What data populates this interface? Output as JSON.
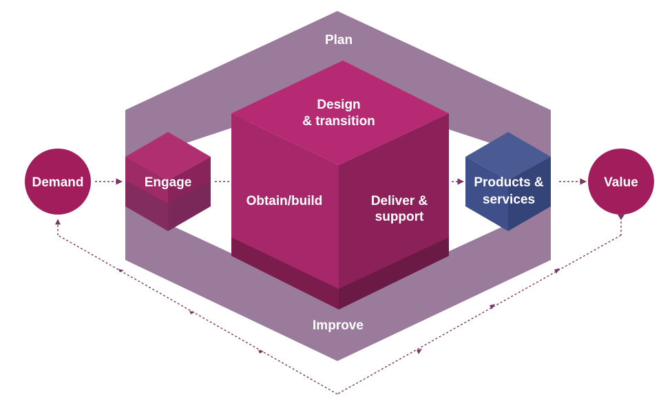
{
  "nodes": {
    "demand": "Demand",
    "value": "Value",
    "engage": "Engage",
    "products_line1": "Products &",
    "products_line2": "services"
  },
  "ring": {
    "plan": "Plan",
    "improve": "Improve"
  },
  "cube": {
    "top_line1": "Design",
    "top_line2": "& transition",
    "left": "Obtain/build",
    "right_line1": "Deliver &",
    "right_line2": "support"
  },
  "colors": {
    "ring": "#9b7b9b",
    "magenta": "#a6286a",
    "magenta_dark": "#8c2058",
    "magenta_top": "#b52a72",
    "circle": "#a11d5c",
    "blue": "#3e4f8a",
    "arrow": "#7a3560"
  }
}
